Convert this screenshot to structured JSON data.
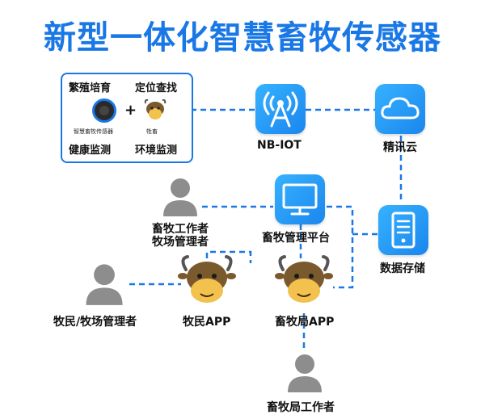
{
  "title": "新型一体化智慧畜牧传感器",
  "panel": {
    "top_left": "繁殖培育",
    "top_right": "定位查找",
    "bottom_left": "健康监测",
    "bottom_right": "环境监测",
    "sensor_caption": "智慧畜牧传感器",
    "plus": "+",
    "livestock_caption": "牲畜"
  },
  "nodes": {
    "nbiot": "NB-IOT",
    "cloud": "精讯云",
    "platform": "畜牧管理平台",
    "storage": "数据存储",
    "worker_line1": "畜牧工作者",
    "worker_line2": "牧场管理者",
    "herder": "牧民/牧场管理者",
    "herder_app": "牧民APP",
    "bureau_app": "畜牧局APP",
    "bureau_worker": "畜牧局工作者"
  },
  "colors": {
    "accent": "#1a78e6",
    "tile": "#2a9df4",
    "person": "#8d8d8d",
    "cow_fur": "#7a5a2c",
    "cow_face": "#f2c14e"
  },
  "icons": [
    "antenna-icon",
    "cloud-icon",
    "monitor-icon",
    "database-icon",
    "person-icon",
    "cow-icon",
    "sensor-icon"
  ]
}
